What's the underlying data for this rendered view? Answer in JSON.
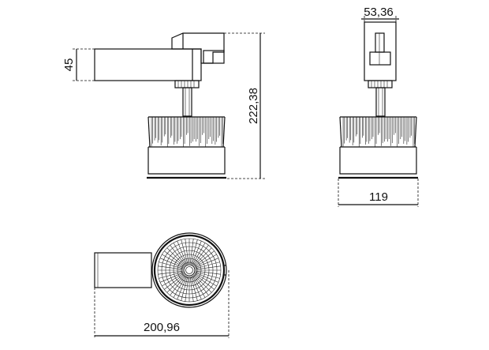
{
  "dimensions": {
    "side_height": "45",
    "overall_height": "222,38",
    "adapter_width": "53,36",
    "head_diameter": "119",
    "overall_length": "200,96"
  },
  "colors": {
    "line": "#111111",
    "background": "#ffffff",
    "led": "#ffffff"
  }
}
